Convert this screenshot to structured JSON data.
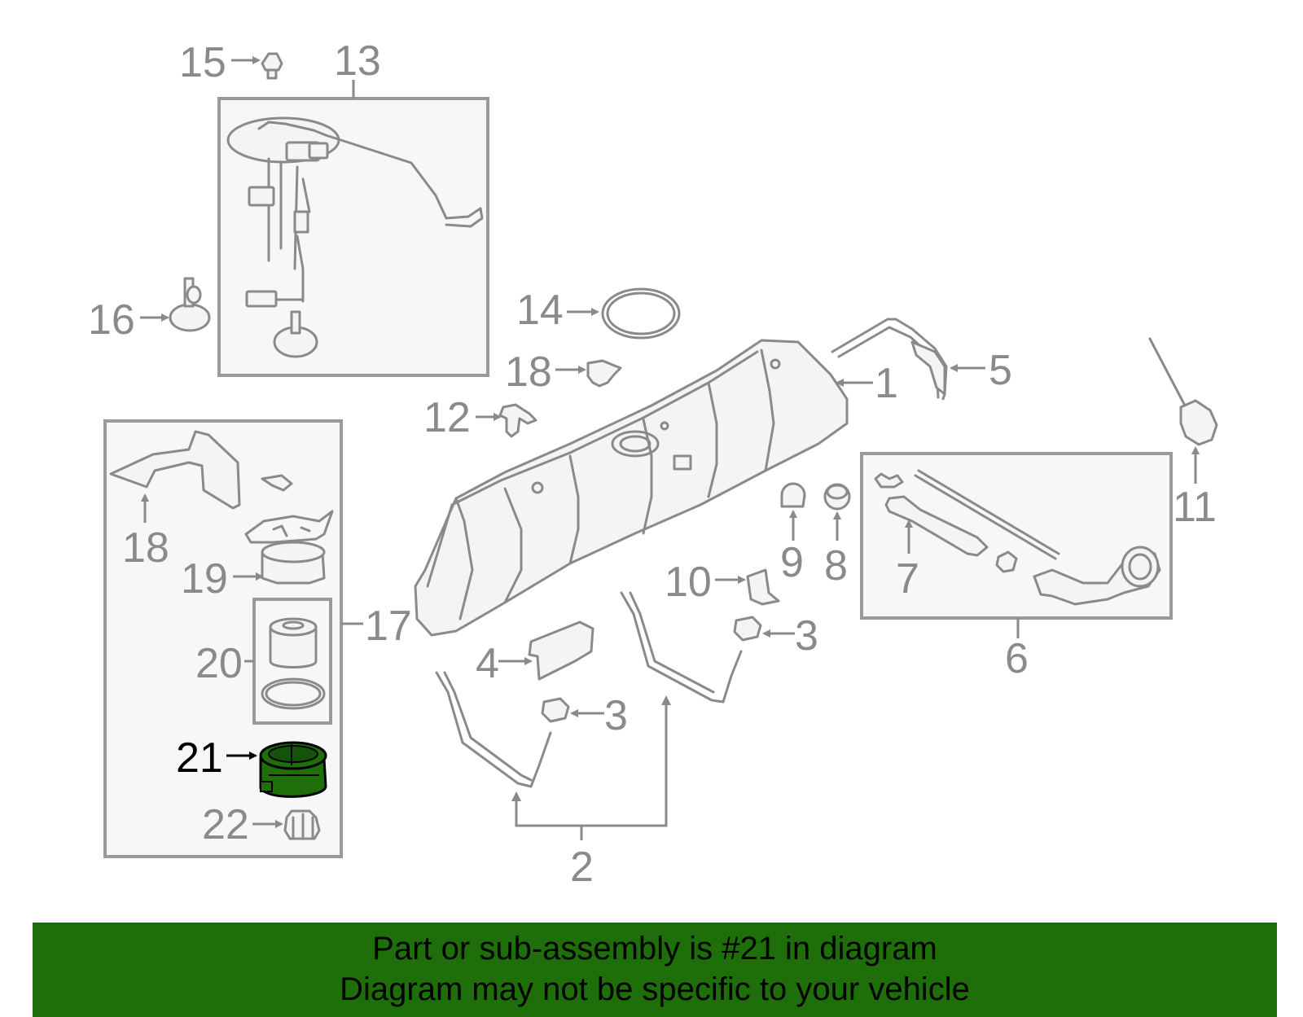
{
  "callouts": {
    "c1": "1",
    "c2": "2",
    "c3a": "3",
    "c3b": "3",
    "c4": "4",
    "c5": "5",
    "c6": "6",
    "c7": "7",
    "c8": "8",
    "c9": "9",
    "c10": "10",
    "c11": "11",
    "c12": "12",
    "c13": "13",
    "c14": "14",
    "c15": "15",
    "c16": "16",
    "c17": "17",
    "c18a": "18",
    "c18b": "18",
    "c19": "19",
    "c20": "20",
    "c21": "21",
    "c22": "22"
  },
  "highlight": {
    "part_number": "21",
    "color": "#1e6e0a"
  },
  "colors": {
    "line": "#8a8a8a",
    "box_fill": "#f7f7f7",
    "banner": "#1e6e0a"
  },
  "footer": {
    "line1": "Part or sub-assembly is #21 in diagram",
    "line2": "Diagram may not be specific to your vehicle"
  }
}
